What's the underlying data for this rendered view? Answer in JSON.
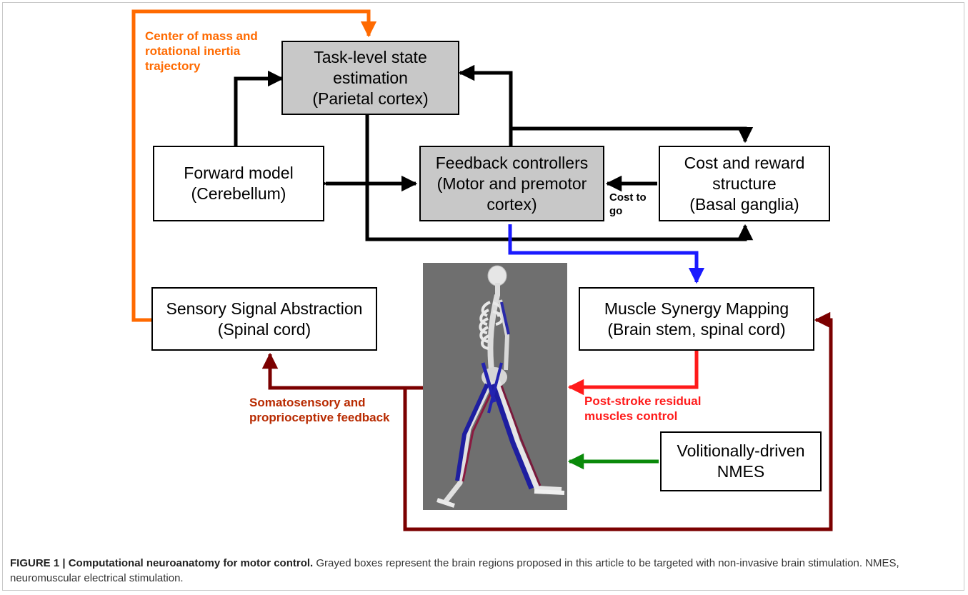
{
  "boxes": {
    "task_state": {
      "lines": [
        "Task-level state",
        "estimation",
        "(Parietal cortex)"
      ]
    },
    "forward_model": {
      "lines": [
        "Forward model",
        "(Cerebellum)"
      ]
    },
    "feedback_controllers": {
      "lines": [
        "Feedback controllers",
        "(Motor and premotor",
        "cortex)"
      ]
    },
    "cost_reward": {
      "lines": [
        "Cost and reward",
        "structure",
        "(Basal ganglia)"
      ]
    },
    "sensory_signal": {
      "lines": [
        "Sensory Signal Abstraction",
        "(Spinal cord)"
      ]
    },
    "muscle_synergy": {
      "lines": [
        "Muscle Synergy Mapping",
        "(Brain stem, spinal cord)"
      ]
    },
    "nmes": {
      "lines": [
        "Volitionally-driven",
        "NMES"
      ]
    }
  },
  "labels": {
    "center_of_mass": {
      "lines": [
        "Center of mass and",
        "rotational inertia",
        "trajectory"
      ]
    },
    "cost_to_go": {
      "lines": [
        "Cost to",
        "go"
      ]
    },
    "somatosensory": {
      "lines": [
        "Somatosensory and",
        "proprioceptive feedback"
      ]
    },
    "post_stroke": {
      "lines": [
        "Post-stroke residual",
        "muscles control"
      ]
    }
  },
  "caption": {
    "title": "FIGURE 1 | Computational neuroanatomy for motor control.",
    "text": "Grayed boxes represent the brain regions proposed in this article to be targeted with non-invasive brain stimulation. NMES, neuromuscular electrical stimulation."
  },
  "colors": {
    "orange": "#ff6a00",
    "blue": "#1a1aff",
    "dark_red": "#7b0000",
    "red": "#ff1a1a",
    "green": "#0a8a0a",
    "black": "#000000",
    "gray_box": "#c8c8c8"
  },
  "figure_image": "musculoskeletal-walking-model"
}
